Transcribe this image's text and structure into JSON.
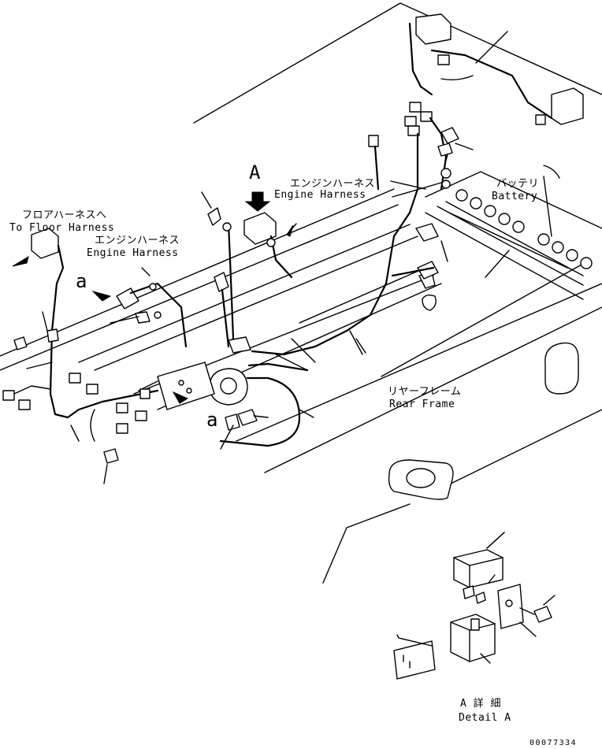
{
  "labels": {
    "engine_harness_jp_top": "エンジンハーネス",
    "engine_harness_en_top": "Engine Harness",
    "engine_harness_jp_left": "エンジンハーネス",
    "engine_harness_en_left": "Engine Harness",
    "floor_harness_jp": "フロアハーネスへ",
    "floor_harness_en": "To Floor Harness",
    "battery_jp": "バッテリ",
    "battery_en": "Battery",
    "rear_frame_jp": "リヤーフレーム",
    "rear_frame_en": "Rear Frame",
    "detail_jp": "A 詳 細",
    "detail_en": "Detail A",
    "callout_a_big": "A",
    "callout_a_left": "a",
    "callout_a_bottom": "a",
    "drawing_number": "00077334"
  }
}
